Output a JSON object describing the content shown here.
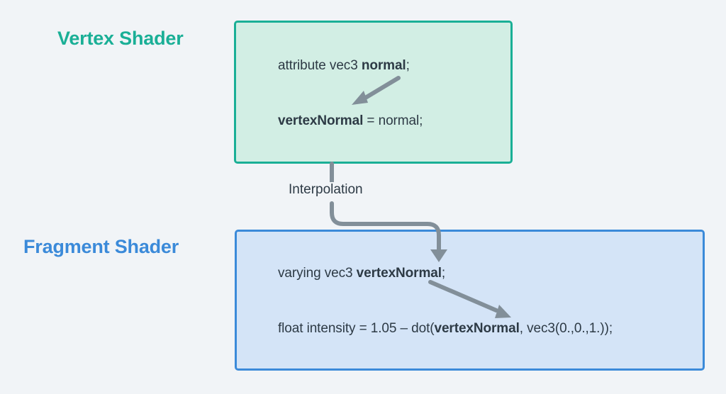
{
  "diagram": {
    "background_color": "#f1f4f7",
    "arrow_color": "#828f99"
  },
  "vertex_shader": {
    "title": "Vertex Shader",
    "title_color": "#1aaf96",
    "box_fill": "#d2eee4",
    "box_border": "#1aaf96",
    "lines": [
      {
        "id": "vs-line-1",
        "segments": [
          {
            "text": "attribute vec3 ",
            "bold": false
          },
          {
            "text": "normal",
            "bold": true
          },
          {
            "text": ";",
            "bold": false
          }
        ],
        "plain": "attribute vec3 normal;"
      },
      {
        "id": "vs-line-2",
        "segments": [
          {
            "text": "vertexNormal",
            "bold": true
          },
          {
            "text": " = normal;",
            "bold": false
          }
        ],
        "plain": "vertexNormal = normal;"
      }
    ]
  },
  "fragment_shader": {
    "title": "Fragment Shader",
    "title_color": "#3b8ad9",
    "box_fill": "#d4e4f7",
    "box_border": "#3b8ad9",
    "lines": [
      {
        "id": "fs-line-1",
        "segments": [
          {
            "text": "varying vec3 ",
            "bold": false
          },
          {
            "text": "vertexNormal",
            "bold": true
          },
          {
            "text": ";",
            "bold": false
          }
        ],
        "plain": "varying vec3 vertexNormal;"
      },
      {
        "id": "fs-line-2",
        "segments": [
          {
            "text": "float intensity = 1.05 – dot(",
            "bold": false
          },
          {
            "text": "vertexNormal",
            "bold": true
          },
          {
            "text": ", vec3(0.,0.,1.));",
            "bold": false
          }
        ],
        "plain": "float intensity = 1.05 – dot(vertexNormal, vec3(0.,0.,1.));"
      }
    ]
  },
  "connector": {
    "label": "Interpolation",
    "label_color": "#2d3a45"
  },
  "arrows": [
    {
      "name": "normal-to-vertexnormal-arrow",
      "direction": "down-left"
    },
    {
      "name": "interpolation-connector-arrow",
      "direction": "down"
    },
    {
      "name": "vertexnormal-to-dot-arrow",
      "direction": "down-right"
    }
  ]
}
